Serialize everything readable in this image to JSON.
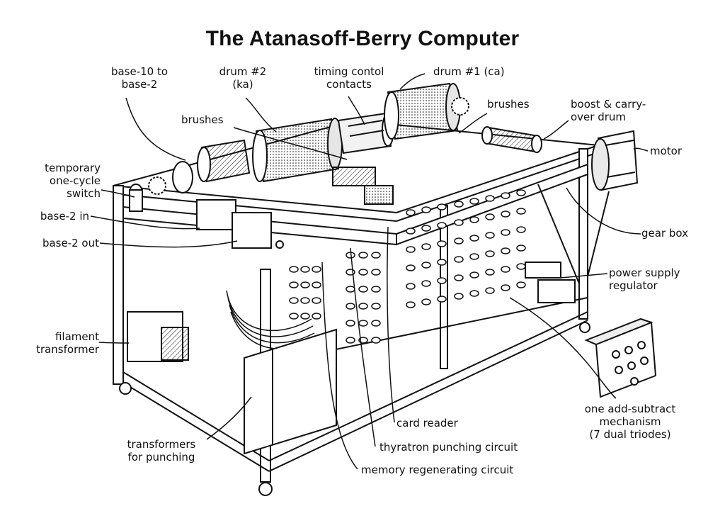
{
  "title": "The Atanasoff-Berry Computer",
  "labels": {
    "base10_to_base2": "base-10 to\nbase-2",
    "drum2": "drum #2\n(ka)",
    "timing": "timing contol\ncontacts",
    "drum1": "drum #1 (ca)",
    "brushes_left": "brushes",
    "brushes_right": "brushes",
    "boost": "boost & carry-\nover drum",
    "motor": "motor",
    "temp_switch": "temporary\none-cycle\nswitch",
    "base2_in": "base-2 in",
    "base2_out": "base-2 out",
    "gear_box": "gear box",
    "power_supply": "power supply\nregulator",
    "filament": "filament\ntransformer",
    "add_subtract": "one add-subtract\nmechanism\n(7 dual triodes)",
    "card_reader": "card reader",
    "transformers": "transformers\nfor punching",
    "thyratron": "thyratron punching circuit",
    "memory": "memory regenerating circuit"
  },
  "colors": {
    "ink": "#111111",
    "paper": "#ffffff",
    "shade": "#cfcfcf"
  }
}
